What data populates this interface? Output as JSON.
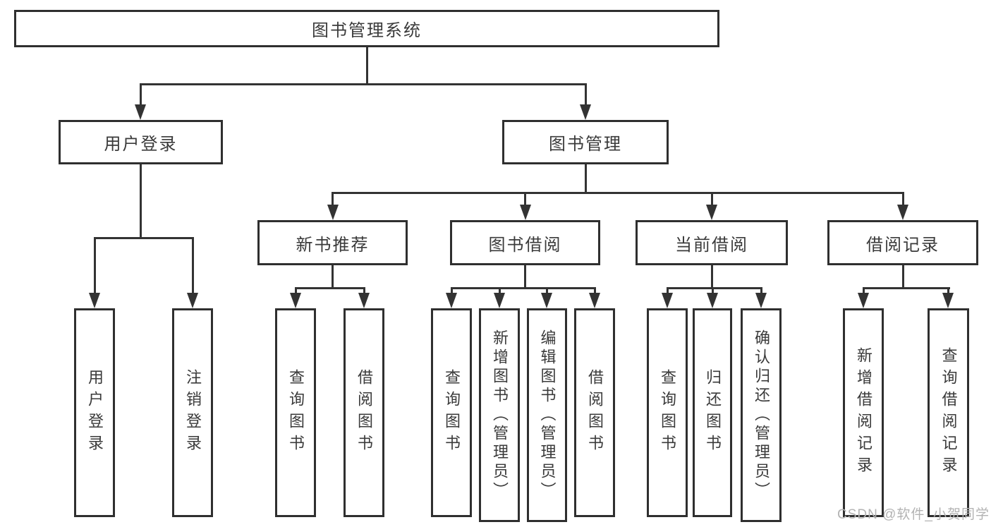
{
  "tree": {
    "root": "图书管理系统",
    "level1": [
      {
        "label": "用户登录",
        "children": [
          "用户登录",
          "注销登录"
        ]
      },
      {
        "label": "图书管理",
        "sections": [
          {
            "label": "新书推荐",
            "children": [
              "查询图书",
              "借阅图书"
            ]
          },
          {
            "label": "图书借阅",
            "children": [
              "查询图书",
              "新增图书（管理员）",
              "编辑图书（管理员）",
              "借阅图书"
            ]
          },
          {
            "label": "当前借阅",
            "children": [
              "查询图书",
              "归还图书",
              "确认归还（管理员）"
            ]
          },
          {
            "label": "借阅记录",
            "children": [
              "新增借阅记录",
              "查询借阅记录"
            ]
          }
        ]
      }
    ]
  },
  "watermark": "CSDN @软件_小贺同学",
  "colors": {
    "line": "#333333",
    "border": "#2f2f2f",
    "text": "#3a3a3a",
    "watermark": "#b3b3b3",
    "background": "#ffffff"
  }
}
